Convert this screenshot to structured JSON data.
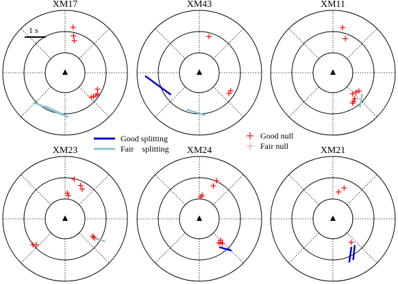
{
  "figure": {
    "legend": {
      "good_splitting": "Good splitting",
      "fair_splitting": "Fair splitting",
      "good_null": "Good null",
      "fair_null": "Fair null"
    },
    "scale_label": "1 s",
    "colors": {
      "good_splitting": "#0000cc",
      "fair_splitting": "#8ec0d8",
      "good_null": "#ff0000",
      "fair_null": "#f0a0a0",
      "station": "#000000"
    }
  },
  "chart_data": [
    {
      "type": "scatter",
      "title": "XM17",
      "good_null": [
        [
          10,
          2.32
        ],
        [
          13,
          1.9
        ],
        [
          16,
          1.67
        ],
        [
          130,
          1.87
        ],
        [
          126,
          1.93
        ],
        [
          123,
          1.96
        ],
        [
          133,
          1.8
        ],
        [
          117,
          1.83
        ]
      ],
      "fair_null": [],
      "good_splitting": [],
      "fair_splitting": [
        {
          "baz": 210,
          "phi": 112,
          "dt": 1.3
        },
        {
          "baz": 200,
          "phi": 114,
          "dt": 1.3
        },
        {
          "baz": 192,
          "phi": 115,
          "dt": 1.3
        }
      ]
    },
    {
      "type": "scatter",
      "title": "XM43",
      "good_null": [
        [
          15,
          1.88
        ],
        [
          120,
          1.82
        ],
        [
          125,
          1.82
        ]
      ],
      "fair_null": [],
      "good_splitting": [
        {
          "baz": 253,
          "phi": 126,
          "dt": 1.6
        }
      ],
      "fair_splitting": [
        {
          "baz": 185,
          "phi": 107,
          "dt": 1.0
        }
      ]
    },
    {
      "type": "scatter",
      "title": "XM11",
      "good_null": [
        [
          12,
          2.32
        ],
        [
          20,
          1.82
        ],
        [
          125,
          1.6
        ],
        [
          130,
          1.52
        ],
        [
          137,
          1.45
        ],
        [
          140,
          1.7
        ],
        [
          144,
          1.78
        ],
        [
          147,
          1.82
        ]
      ],
      "fair_null": [],
      "good_splitting": [],
      "fair_splitting": [
        {
          "baz": 135,
          "phi": 10,
          "dt": 0.7
        }
      ]
    },
    {
      "type": "scatter",
      "title": "XM23",
      "good_null": [
        [
          13,
          2.05
        ],
        [
          25,
          1.85
        ],
        [
          30,
          1.72
        ],
        [
          5,
          1.3
        ],
        [
          8,
          1.18
        ],
        [
          231,
          2.08
        ],
        [
          228,
          1.95
        ],
        [
          122,
          1.64
        ],
        [
          123,
          1.73
        ]
      ],
      "fair_null": [
        [
          125,
          1.83
        ]
      ],
      "good_splitting": [],
      "fair_splitting": [
        {
          "baz": 121,
          "phi": 111,
          "dt": 0.65
        }
      ]
    },
    {
      "type": "scatter",
      "title": "XM24",
      "good_null": [
        [
          24,
          2.1
        ],
        [
          23,
          1.8
        ],
        [
          7,
          1.2
        ],
        [
          4,
          1.1
        ],
        [
          135,
          1.52
        ],
        [
          138,
          1.6
        ],
        [
          141,
          1.56
        ],
        [
          137,
          1.7
        ]
      ],
      "fair_null": [],
      "good_splitting": [
        {
          "baz": 139,
          "phi": 106,
          "dt": 0.65
        }
      ],
      "fair_splitting": []
    },
    {
      "type": "scatter",
      "title": "XM21",
      "good_null": [
        [
          20,
          1.65
        ],
        [
          12,
          1.38
        ],
        [
          142,
          1.5
        ]
      ],
      "fair_null": [],
      "good_splitting": [
        {
          "baz": 154,
          "phi": 8,
          "dt": 0.8
        },
        {
          "baz": 148,
          "phi": 6,
          "dt": 0.75
        }
      ],
      "fair_splitting": []
    }
  ]
}
